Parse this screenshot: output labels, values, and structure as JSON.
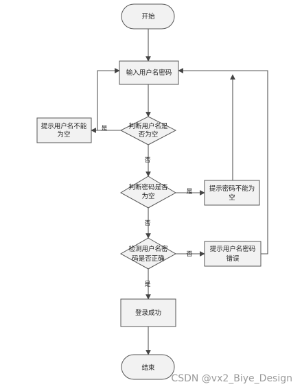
{
  "nodes": {
    "start": "开始",
    "input_credentials": "输入用户名密码",
    "check_username_empty": [
      "判断用户名是",
      "否为空"
    ],
    "prompt_username_empty": [
      "提示用户名不能",
      "为空"
    ],
    "check_password_empty": [
      "判断密码是否",
      "为空"
    ],
    "prompt_password_empty": [
      "提示密码不能为",
      "空"
    ],
    "check_credentials": [
      "检测用户名密",
      "码是否正确"
    ],
    "prompt_credentials_wrong": [
      "提示用户名密码",
      "错误"
    ],
    "login_success": "登录成功",
    "end": "结束"
  },
  "edges": {
    "yes": "是",
    "no": "否"
  },
  "watermark": "CSDN @vx2_Biye_Design",
  "colors": {
    "node_fill": "#f2f2f2",
    "stroke": "#555555",
    "text": "#222222",
    "watermark": "#9a9a9a"
  }
}
